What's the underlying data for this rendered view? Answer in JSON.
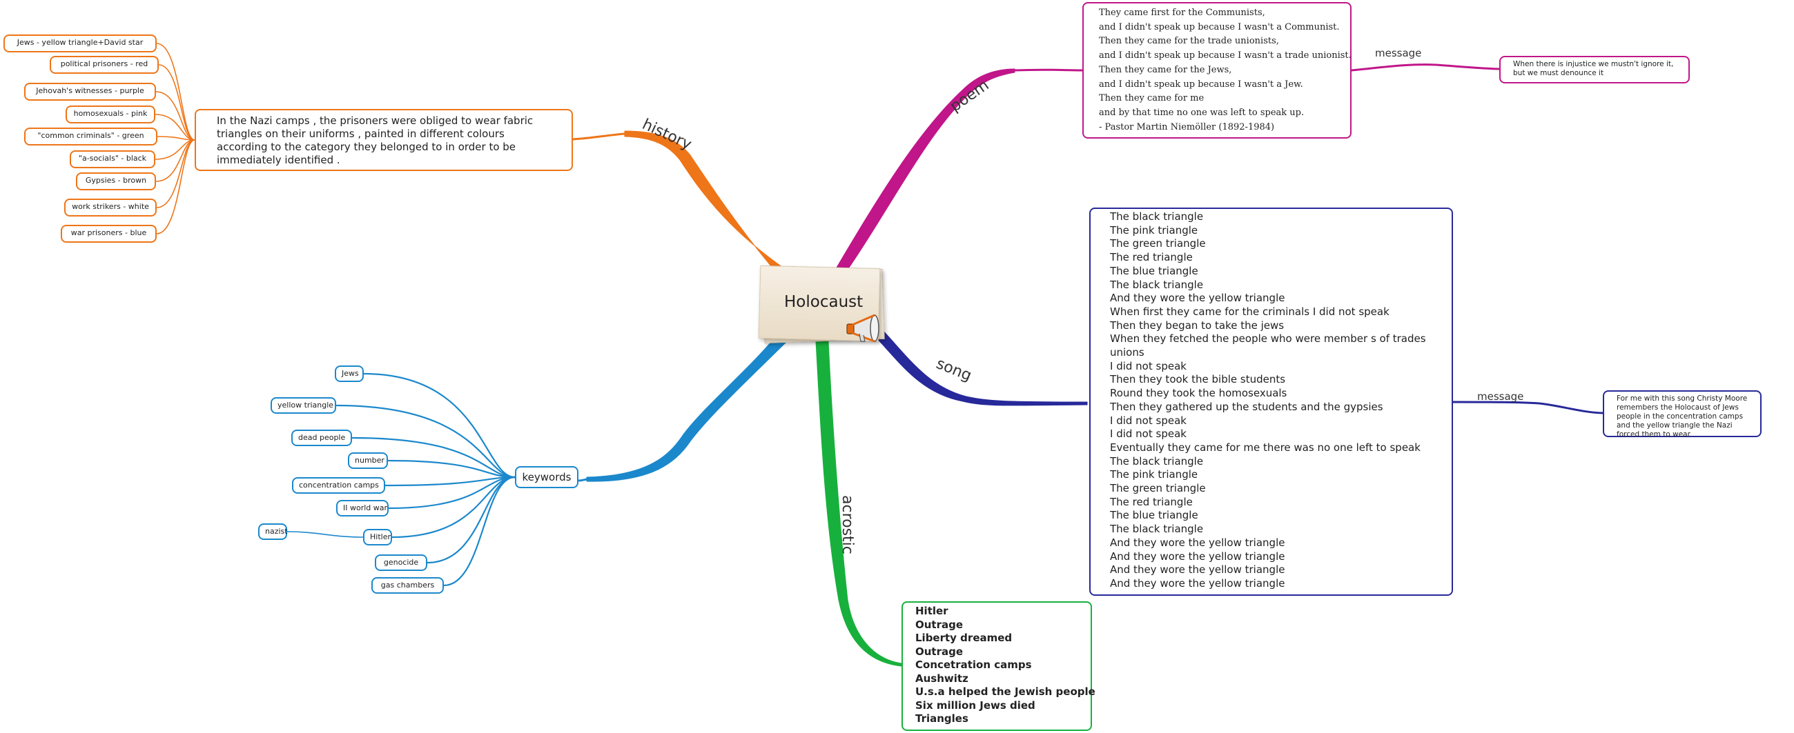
{
  "root": {
    "title": "Holocaust",
    "icon": "megaphone-icon"
  },
  "colors": {
    "history": "#ee7518",
    "keywords": "#1b88cc",
    "poem": "#c0168a",
    "song": "#27299a",
    "acrostic": "#18b03d"
  },
  "history": {
    "label": "history",
    "note": "In the Nazi camps , the prisoners were obliged to wear fabric triangles on their uniforms , painted in different colours according to the category they belonged to in order to be immediately identified .",
    "items": [
      "Jews - yellow triangle+David star",
      "political prisoners - red",
      "Jehovah's witnesses - purple",
      "homosexuals - pink",
      "\"common criminals\" - green",
      "\"a-socials\" - black",
      "Gypsies - brown",
      "work strikers - white",
      "war prisoners - blue"
    ]
  },
  "keywords": {
    "label": "keywords",
    "items": [
      "Jews",
      "yellow triangle",
      "dead people",
      "number",
      "concentration camps",
      "II world war",
      "Hitler",
      "genocide",
      "gas chambers"
    ],
    "sub": {
      "parent": "Hitler",
      "label": "nazist"
    }
  },
  "poem": {
    "label": "poem",
    "lines": [
      "They came first for the Communists,",
      "and I didn't speak up because I wasn't a Communist.",
      "Then they came for the trade unionists,",
      "and I didn't speak up because I wasn't a trade unionist.",
      "Then they came for the Jews,",
      "and I didn't speak up because I wasn't a Jew.",
      "Then they came for me",
      "and by that time no one was left to speak up.",
      "- Pastor Martin Niemöller (1892-1984)"
    ],
    "message_label": "message",
    "message": "When there is injustice we mustn't ignore it, but we must denounce it"
  },
  "song": {
    "label": "song",
    "lines": [
      "The black triangle",
      "The pink triangle",
      "The green triangle",
      "The red triangle",
      "The blue triangle",
      "The black triangle",
      "And they wore the yellow triangle",
      "When first they came for the criminals I did not speak",
      "Then they began to take the jews",
      "When they fetched the people who were member s of trades",
      "unions",
      "I did not speak",
      "Then they took the bible students",
      "Round they took the homosexuals",
      "Then they gathered up the students and the gypsies",
      "I did not speak",
      "I did not speak",
      "Eventually they came for me there was no one left to speak",
      "The black triangle",
      "The pink triangle",
      "The green triangle",
      "The red triangle",
      "The blue triangle",
      "The black triangle",
      "And they wore the yellow triangle",
      "And they wore the yellow triangle",
      "And they wore the yellow triangle",
      "And they wore the yellow triangle"
    ],
    "message_label": "message",
    "message": "For me with this song Christy Moore remembers the Holocaust of Jews people in the concentration camps and the yellow triangle the Nazi forced them to wear"
  },
  "acrostic": {
    "label": "acrostic",
    "lines": [
      "Hitler",
      "Outrage",
      "Liberty dreamed",
      "Outrage",
      "Concetration camps",
      "Aushwitz",
      "U.s.a helped the Jewish people",
      "Six million Jews died",
      "Triangles"
    ]
  }
}
